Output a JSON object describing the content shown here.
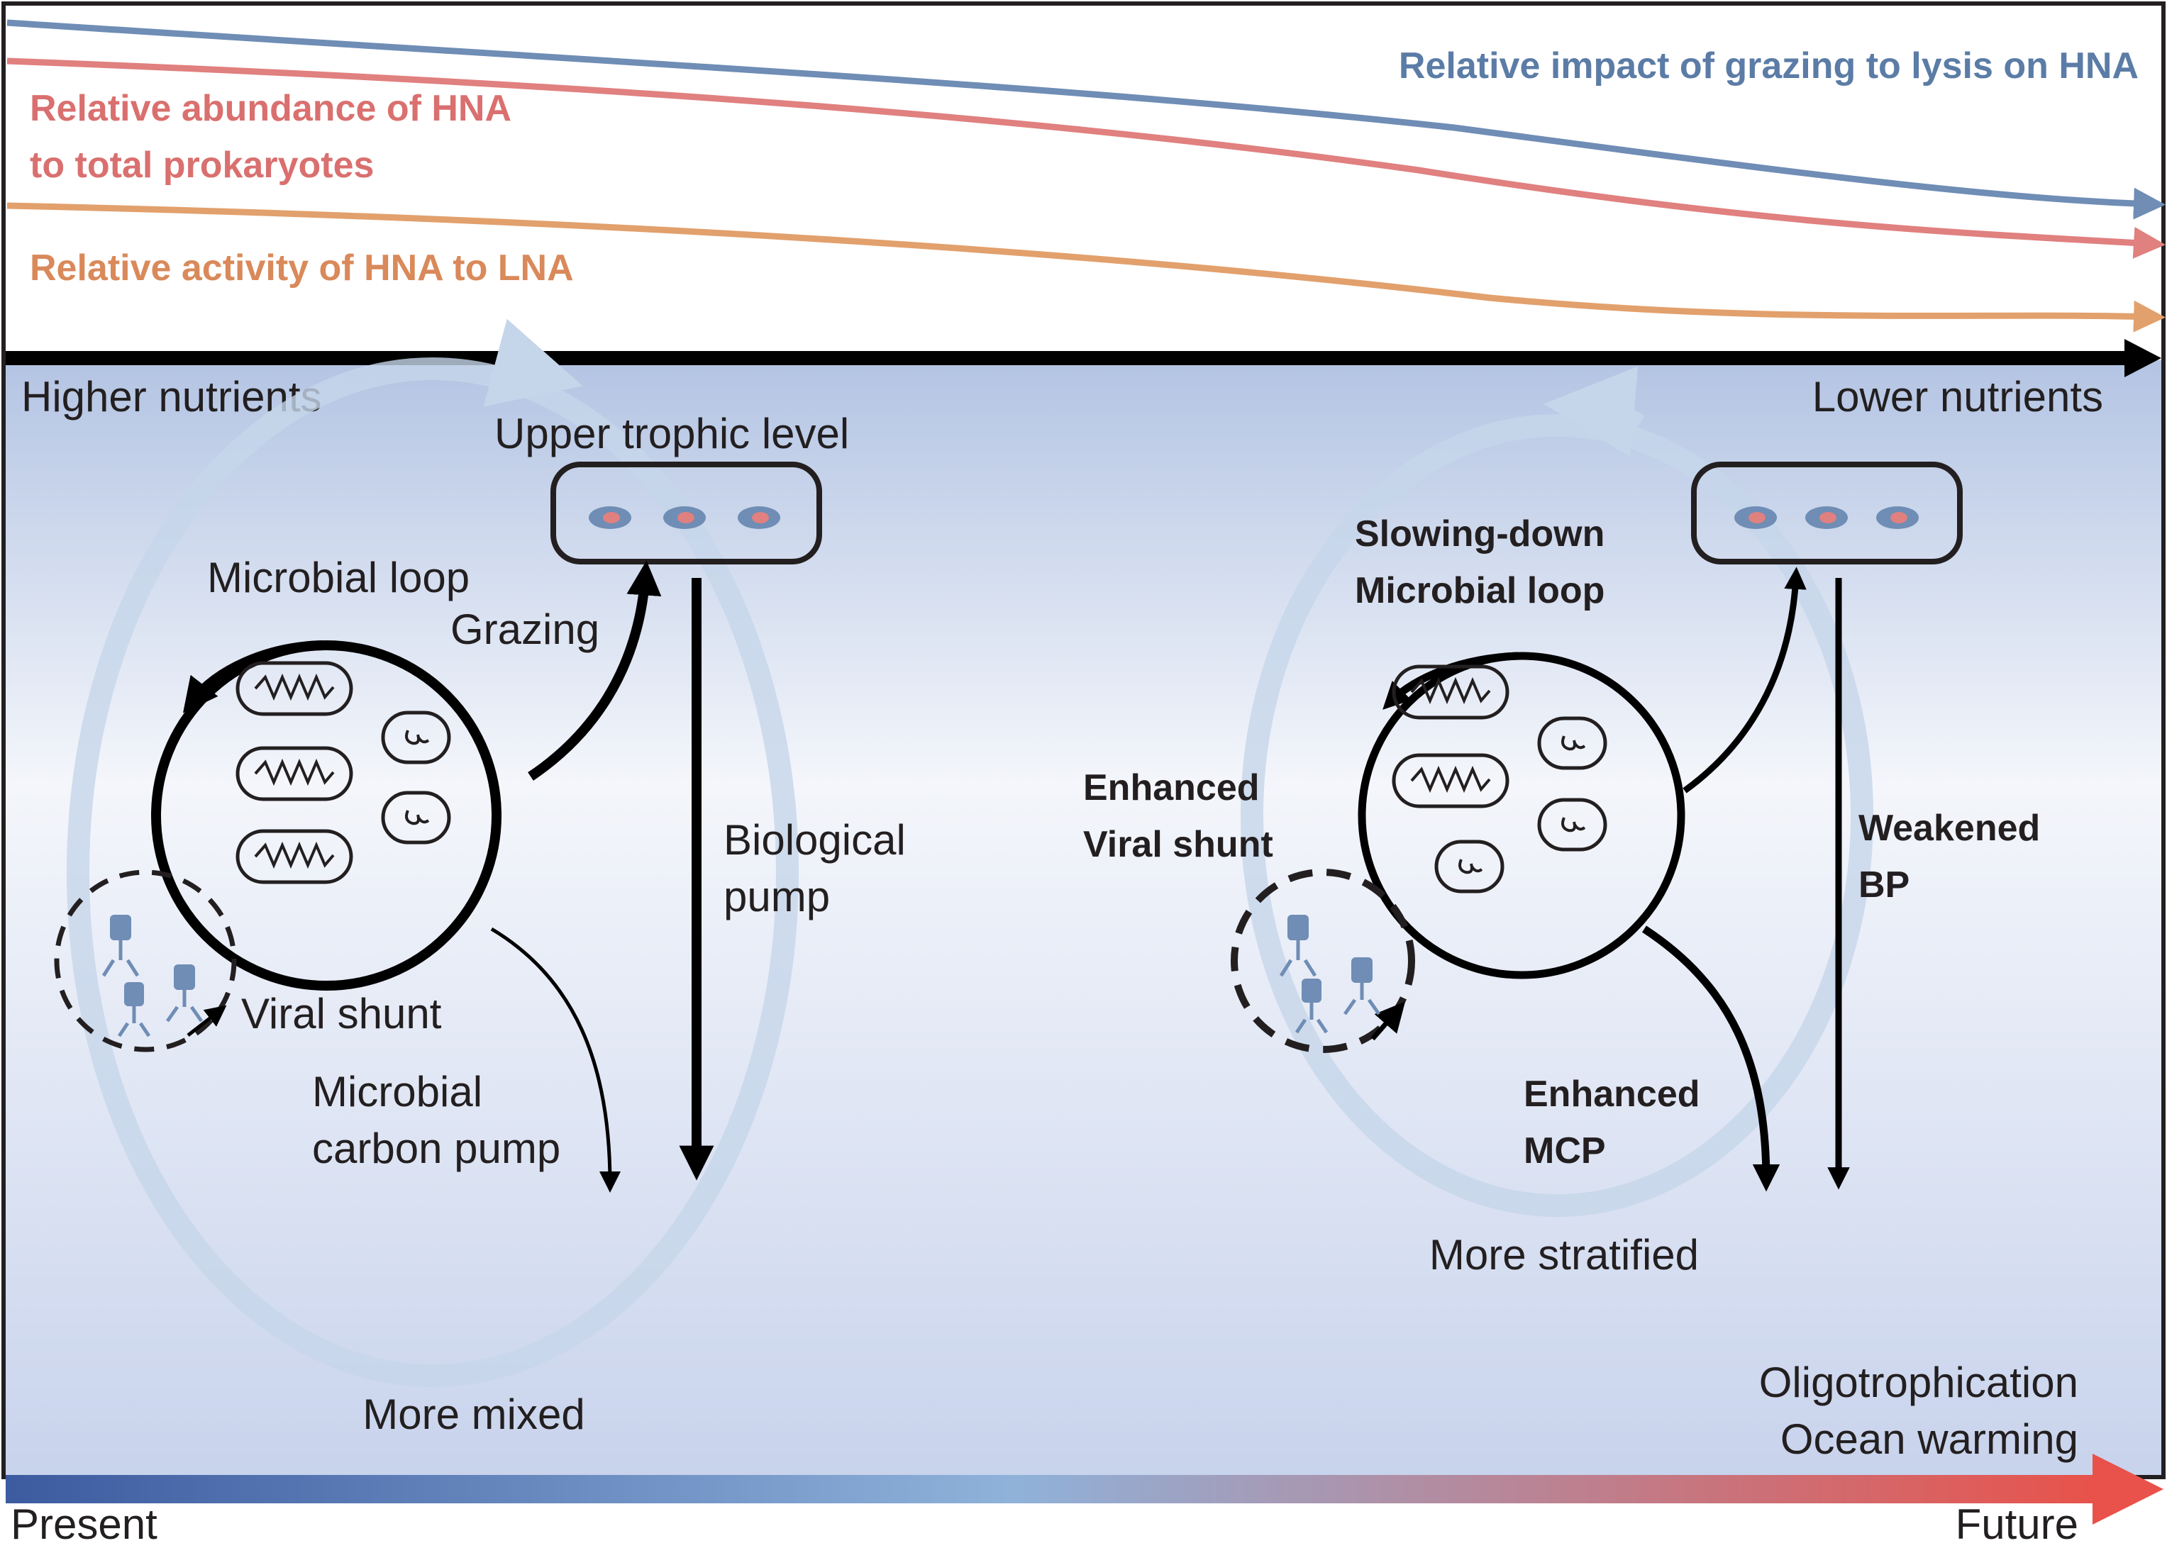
{
  "colors": {
    "grazing_line": "#6f8db5",
    "abundance_line": "#e0807f",
    "activity_line": "#e2a06c",
    "grazing_text": "#5b7ca6",
    "abundance_text": "#d9706f",
    "activity_text": "#d9895a",
    "ocean_top": "#b3c4e3",
    "ocean_mid": "#f4f6fb",
    "ocean_bottom": "#c8d3ec",
    "mixing_ring": "#c5d6ea",
    "timeline_left": "#3c5ba0",
    "timeline_mid": "#8fb2da",
    "timeline_right": "#e8524a"
  },
  "trends": {
    "grazing_lysis": "Relative impact of grazing to lysis on HNA",
    "abundance_line1": "Relative abundance of HNA",
    "abundance_line2": "to total prokaryotes",
    "activity": "Relative activity of HNA to LNA"
  },
  "axis": {
    "higher_nutrients": "Higher nutrients",
    "lower_nutrients": "Lower nutrients",
    "present": "Present",
    "future": "Future",
    "driver_1": "Oligotrophication",
    "driver_2": "Ocean warming"
  },
  "present_panel": {
    "upper_trophic": "Upper trophic level",
    "microbial_loop": "Microbial loop",
    "grazing": "Grazing",
    "biological_pump_1": "Biological",
    "biological_pump_2": "pump",
    "viral_shunt": "Viral shunt",
    "mcp_1": "Microbial",
    "mcp_2": "carbon pump",
    "mixing": "More mixed"
  },
  "future_panel": {
    "loop_1": "Slowing-down",
    "loop_2": "Microbial loop",
    "viral_1": "Enhanced",
    "viral_2": "Viral shunt",
    "bp_1": "Weakened",
    "bp_2": "BP",
    "mcp_1": "Enhanced",
    "mcp_2": "MCP",
    "mixing": "More stratified"
  }
}
